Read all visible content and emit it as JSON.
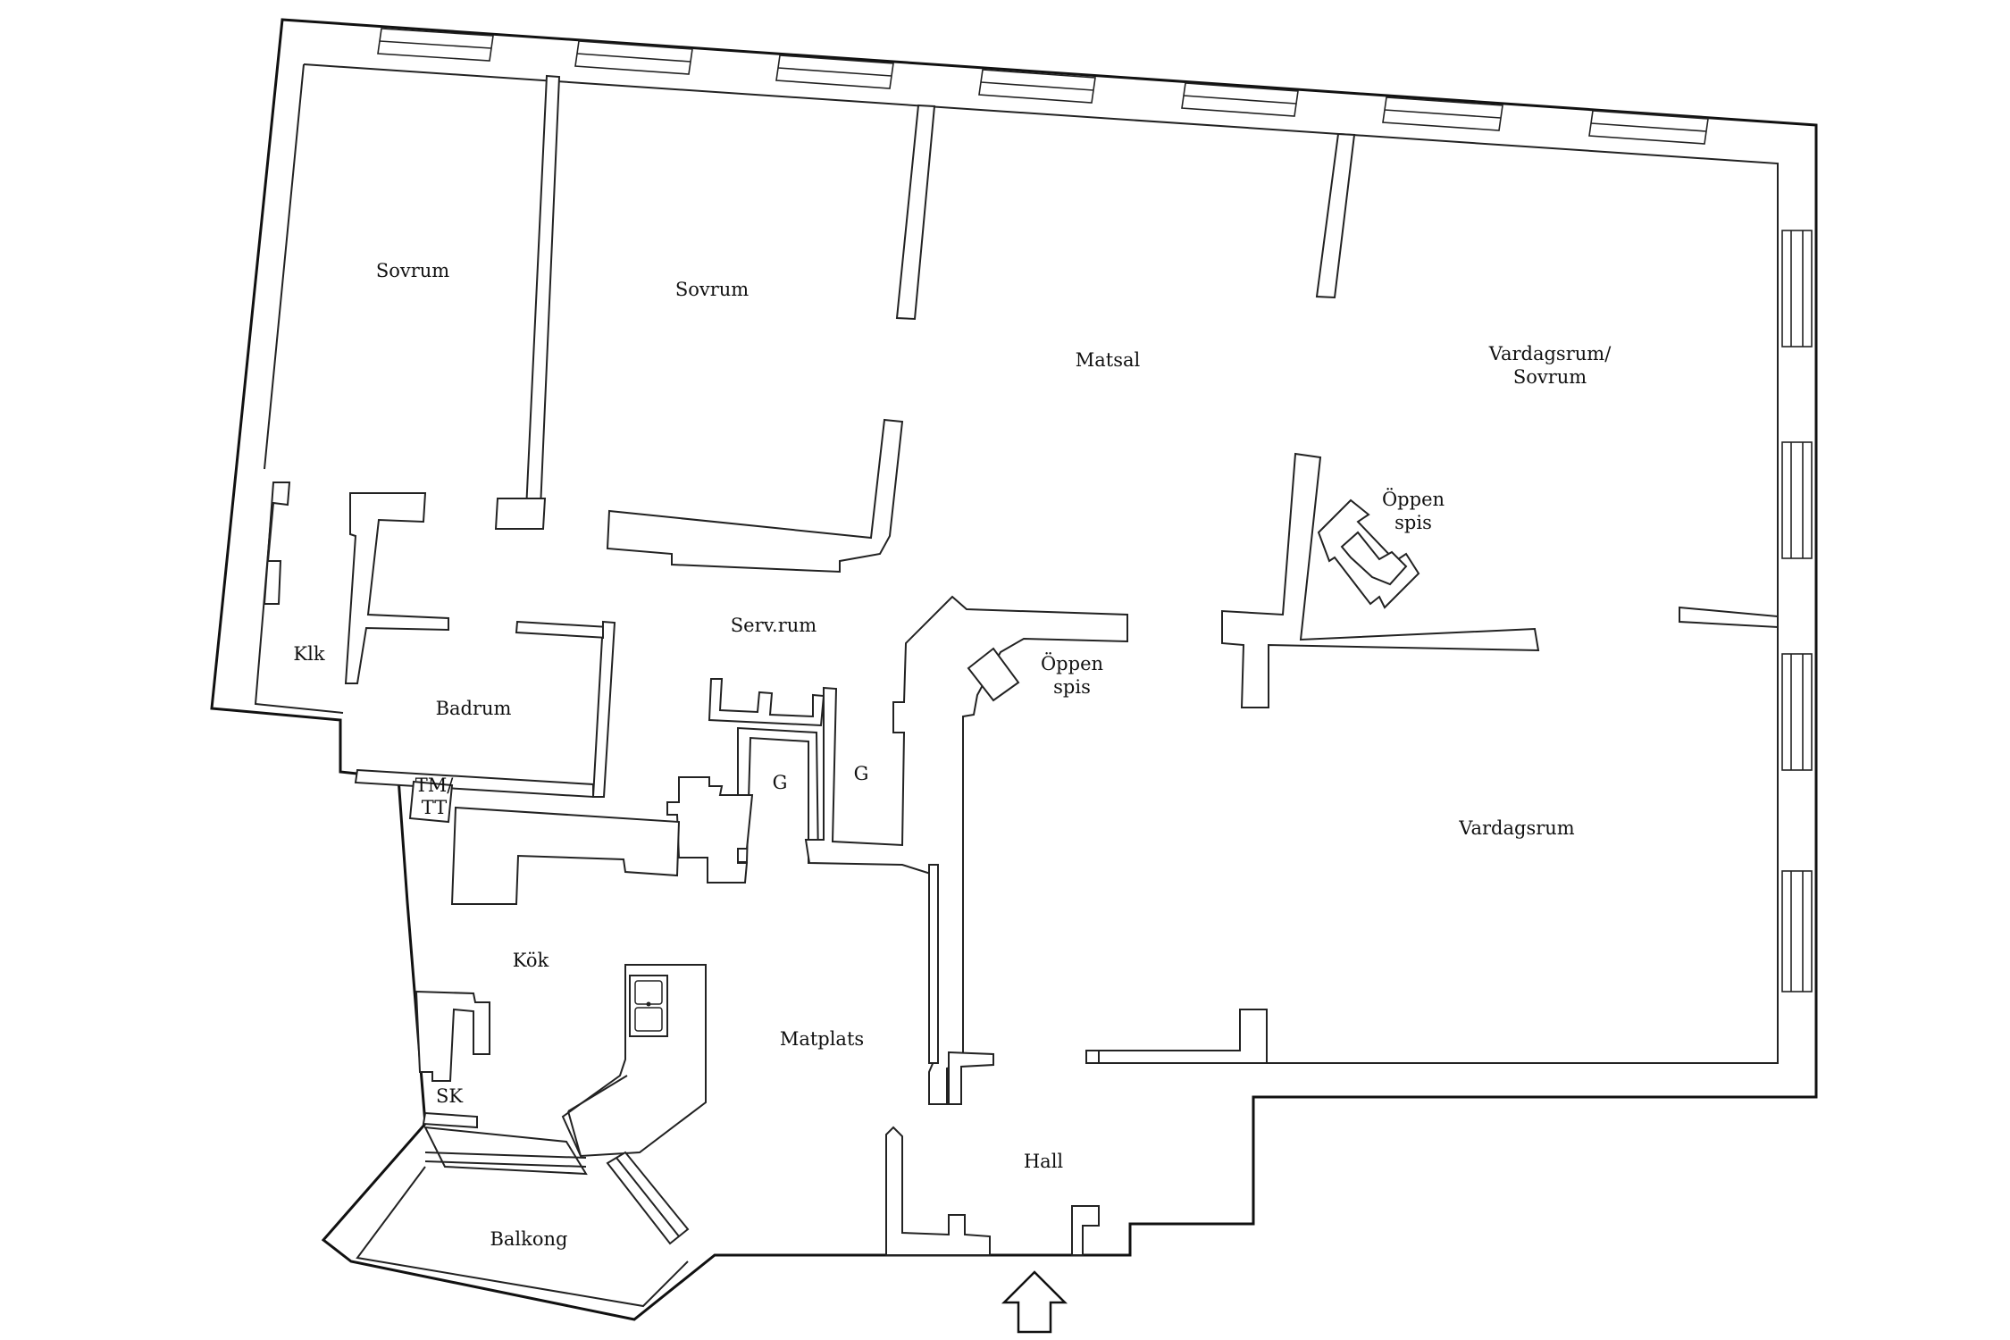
{
  "rooms": {
    "sovrum_1": "Sovrum",
    "sovrum_2": "Sovrum",
    "matsal": "Matsal",
    "vardagsrum_sovrum_line1": "Vardagsrum/",
    "vardagsrum_sovrum_line2": "Sovrum",
    "oppen_spis_1_line1": "Öppen",
    "oppen_spis_1_line2": "spis",
    "oppen_spis_2_line1": "Öppen",
    "oppen_spis_2_line2": "spis",
    "serv_rum": "Serv.rum",
    "klk": "Klk",
    "badrum": "Badrum",
    "tm_tt_line1": "TM/",
    "tm_tt_line2": "TT",
    "g_1": "G",
    "g_2": "G",
    "vardagsrum": "Vardagsrum",
    "kok": "Kök",
    "matplats": "Matplats",
    "sk": "SK",
    "hall": "Hall",
    "balkong": "Balkong"
  },
  "icons": {
    "entrance": "entrance-arrow-icon",
    "sink": "kitchen-sink-icon"
  }
}
